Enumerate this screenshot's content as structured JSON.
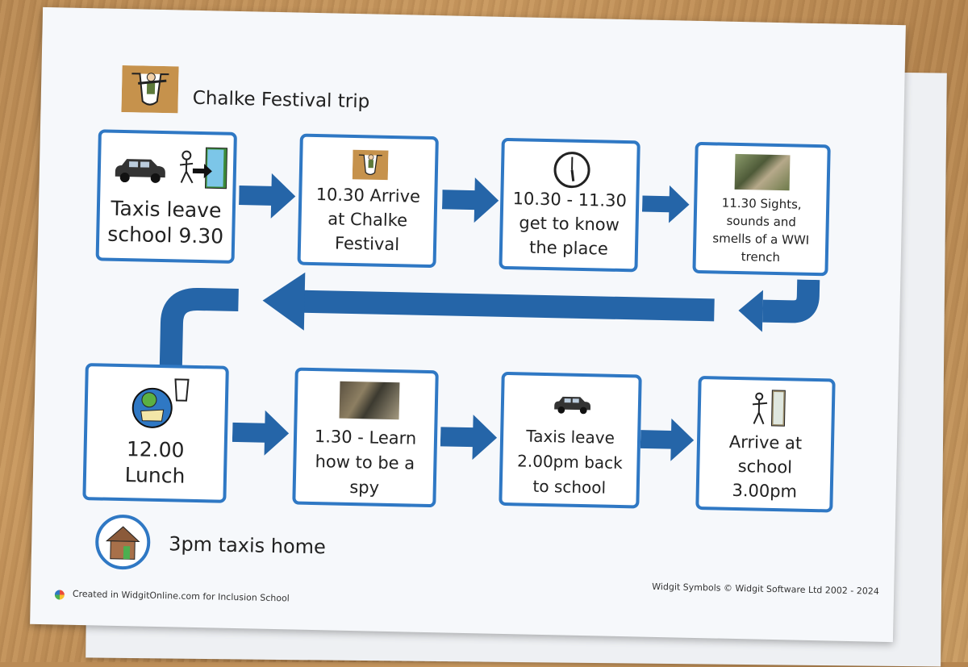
{
  "title": "Chalke Festival trip",
  "steps": [
    {
      "text": "Taxis leave school 9.30",
      "icons": [
        "taxi-icon",
        "leaving-icon"
      ]
    },
    {
      "text": "10.30 Arrive at Chalke Festival",
      "icons": [
        "trench-icon"
      ]
    },
    {
      "text": "10.30 - 11.30 get to know the place",
      "icons": [
        "clock-icon"
      ]
    },
    {
      "text": "11.30 Sights, sounds and smells of a WWI trench",
      "icons": [
        "trench-photo"
      ]
    },
    {
      "text": "12.00 Lunch",
      "icons": [
        "lunch-icon"
      ]
    },
    {
      "text": "1.30 - Learn how to be a spy",
      "icons": [
        "spy-photo"
      ]
    },
    {
      "text": "Taxis leave 2.00pm back to school",
      "icons": [
        "taxi-icon"
      ]
    },
    {
      "text": "Arrive at school 3.00pm",
      "icons": [
        "arrive-icon"
      ]
    }
  ],
  "step1": {
    "l1": "Taxis leave",
    "l2": "school 9.30"
  },
  "step2": {
    "l1": "10.30 Arrive",
    "l2": "at Chalke",
    "l3": "Festival"
  },
  "step3": {
    "l1": "10.30 - 11.30",
    "l2": "get to know",
    "l3": "the place"
  },
  "step4": {
    "l1": "11.30 Sights,",
    "l2": "sounds and",
    "l3": "smells of a WWI",
    "l4": "trench"
  },
  "step5": {
    "l1": "12.00",
    "l2": "Lunch"
  },
  "step6": {
    "l1": "1.30 - Learn",
    "l2": "how to be a",
    "l3": "spy"
  },
  "step7": {
    "l1": "Taxis leave",
    "l2": "2.00pm back",
    "l3": "to school"
  },
  "step8": {
    "l1": "Arrive at",
    "l2": "school",
    "l3": "3.00pm"
  },
  "home": {
    "text": "3pm taxis home",
    "icon": "house-icon"
  },
  "footer": {
    "left": "Created in WidgitOnline.com for Inclusion School",
    "right": "Widgit Symbols © Widgit Software Ltd 2002 - 2024"
  },
  "colors": {
    "accent": "#2f78c4",
    "arrow": "#2565a8"
  }
}
